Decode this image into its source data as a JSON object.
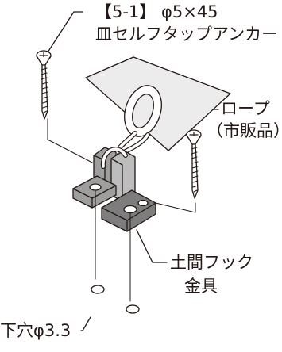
{
  "labels": {
    "anchor_spec": "【5-1】 φ5×45",
    "anchor_name": "皿セルフタップアンカー",
    "rope": "ロープ",
    "rope_note": "（市販品）",
    "hook_name": "土間フック",
    "hook_sub": "金具",
    "pilot_hole": "下穴φ3.3"
  },
  "colors": {
    "line": "#231815",
    "plate_fill": "#ececec",
    "hook_fill": "#9e9e9f",
    "hook_dark": "#7d7d7e",
    "hook_light": "#bdbdbe",
    "screw_fill": "#ffffff"
  }
}
